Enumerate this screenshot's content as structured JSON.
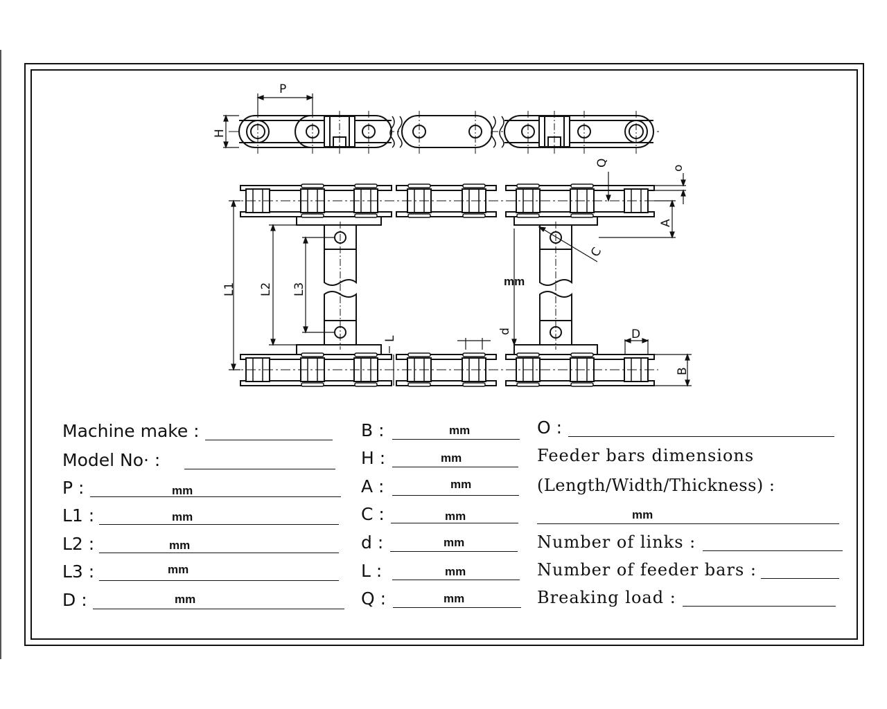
{
  "diagram": {
    "dimension_labels": {
      "P": "P",
      "H": "H",
      "Q": "Q",
      "o": "o",
      "A": "A",
      "C": "C",
      "L1": "L1",
      "L2": "L2",
      "L3": "L3",
      "d": "d",
      "L": "L",
      "D": "D",
      "B": "B"
    },
    "center_unit": "mm"
  },
  "form": {
    "col1": [
      {
        "label": "Machine make :",
        "unit": ""
      },
      {
        "label": "Model No·  :",
        "unit": ""
      },
      {
        "label": "P :",
        "unit": "mm"
      },
      {
        "label": "L1 :",
        "unit": "mm"
      },
      {
        "label": "L2 :",
        "unit": "mm"
      },
      {
        "label": "L3 :",
        "unit": "mm"
      },
      {
        "label": "D :",
        "unit": "mm"
      }
    ],
    "col2": [
      {
        "label": "B :",
        "unit": "mm"
      },
      {
        "label": "H :",
        "unit": "mm"
      },
      {
        "label": "A :",
        "unit": "mm"
      },
      {
        "label": "C :",
        "unit": "mm"
      },
      {
        "label": "d :",
        "unit": "mm"
      },
      {
        "label": "L  :",
        "unit": "mm"
      },
      {
        "label": "Q :",
        "unit": "mm"
      }
    ],
    "col3": {
      "o_label": "O :",
      "feeder_title": "Feeder bars dimensions",
      "feeder_sub": "(Length/Width/Thickness) :",
      "feeder_unit": "mm",
      "links_label": "Number of links :",
      "feeder_bars_label": "Number of feeder bars :",
      "breaking_label": "Breaking load :"
    }
  }
}
